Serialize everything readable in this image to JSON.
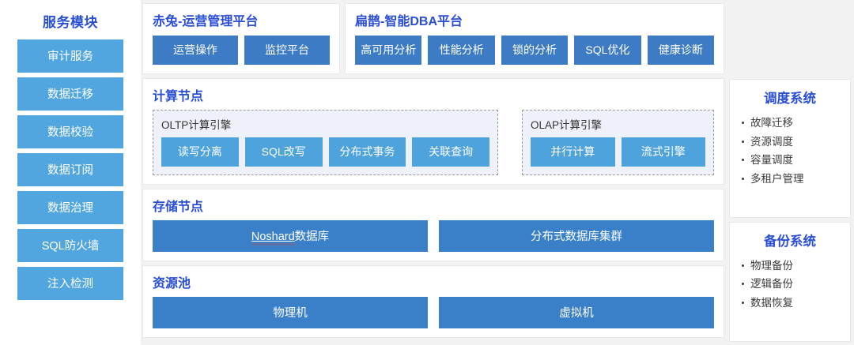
{
  "left_sidebar": {
    "title": "服务模块",
    "items": [
      {
        "label": "审计服务"
      },
      {
        "label": "数据迁移"
      },
      {
        "label": "数据校验"
      },
      {
        "label": "数据订阅"
      },
      {
        "label": "数据治理"
      },
      {
        "label": "SQL防火墙"
      },
      {
        "label": "注入检测"
      }
    ]
  },
  "platforms": [
    {
      "title": "赤兔-运营管理平台",
      "buttons": [
        {
          "label": "运营操作"
        },
        {
          "label": "监控平台"
        }
      ]
    },
    {
      "title": "扁鹊-智能DBA平台",
      "buttons": [
        {
          "label": "高可用分析"
        },
        {
          "label": "性能分析"
        },
        {
          "label": "锁的分析"
        },
        {
          "label": "SQL优化"
        },
        {
          "label": "健康诊断"
        }
      ]
    }
  ],
  "compute_node": {
    "title": "计算节点",
    "engines": [
      {
        "label": "OLTP计算引擎",
        "buttons": [
          {
            "label": "读写分离"
          },
          {
            "label": "SQL改写"
          },
          {
            "label": "分布式事务"
          },
          {
            "label": "关联查询"
          }
        ]
      },
      {
        "label": "OLAP计算引擎",
        "buttons": [
          {
            "label": "并行计算"
          },
          {
            "label": "流式引擎"
          }
        ]
      }
    ]
  },
  "storage_node": {
    "title": "存储节点",
    "buttons": [
      {
        "label_prefix": "Noshard",
        "label_suffix": "数据库",
        "spellcheck_flag": true
      },
      {
        "label": "分布式数据库集群"
      }
    ]
  },
  "resource_pool": {
    "title": "资源池",
    "buttons": [
      {
        "label": "物理机"
      },
      {
        "label": "虚拟机"
      }
    ]
  },
  "right_sidebar": {
    "sections": [
      {
        "title": "调度系统",
        "items": [
          "故障迁移",
          "资源调度",
          "容量调度",
          "多租户管理"
        ]
      },
      {
        "title": "备份系统",
        "items": [
          "物理备份",
          "逻辑备份",
          "数据恢复"
        ]
      }
    ]
  },
  "colors": {
    "accent_title": "#2a4fd6",
    "button_light_blue": "#52a6e0",
    "button_mid_blue": "#4fa3dd",
    "button_dark_blue": "#3a80c8",
    "platform_blue": "#3d7cc4",
    "page_background": "#f2f2f2",
    "card_background": "#ffffff",
    "engine_box_background": "#eef1f9",
    "spellcheck_red": "#e03b2f"
  }
}
